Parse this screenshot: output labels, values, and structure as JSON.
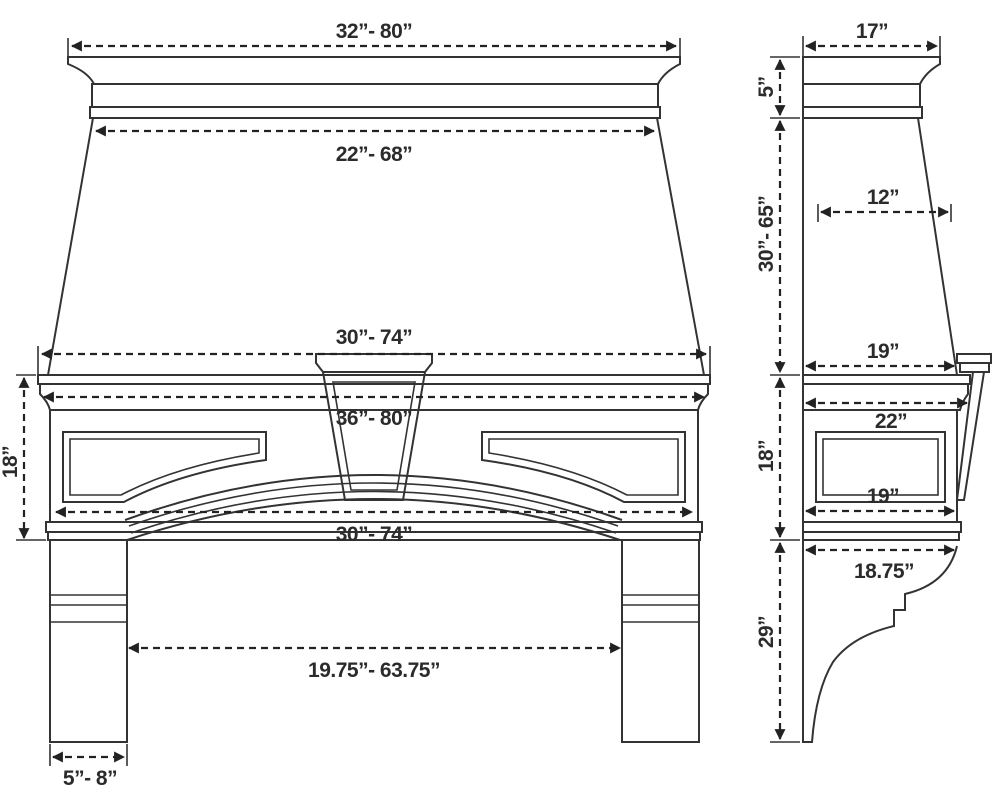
{
  "front_view": {
    "top_cap_width": "32”- 80”",
    "body_top_width": "22”- 68”",
    "body_bottom_width": "30”- 74”",
    "frieze_width": "36”- 80”",
    "frieze_height": "18”",
    "arch_width": "30”- 74”",
    "leg_spacing": "19.75”- 63.75”",
    "leg_width": "5”- 8”"
  },
  "side_view": {
    "cap_depth": "17”",
    "cap_height": "5”",
    "body_top_depth": "12”",
    "body_height": "30”- 65”",
    "body_bottom_depth": "19”",
    "frieze_depth": "22”",
    "frieze_height": "18”",
    "panel_depth": "19”",
    "corbel_depth": "18.75”",
    "corbel_height": "29”"
  }
}
